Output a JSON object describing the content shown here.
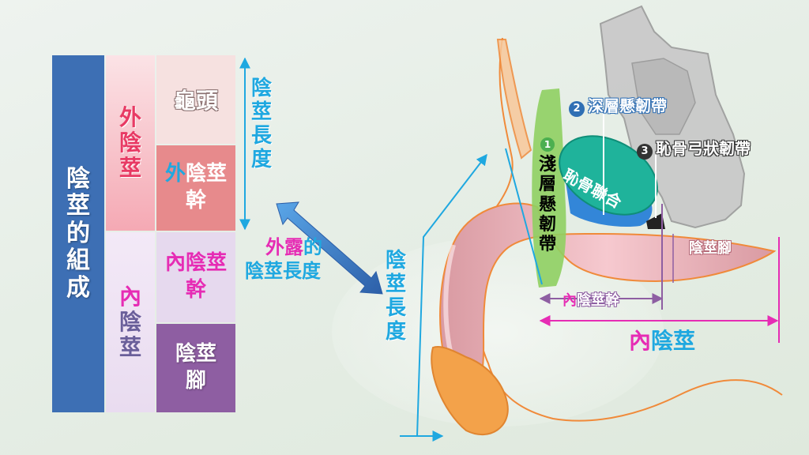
{
  "table": {
    "main_title": "陰莖的組成",
    "external_group": {
      "label": "外陰莖"
    },
    "internal_group": {
      "label": "內陰莖"
    },
    "parts": {
      "glans": {
        "label": "龜頭"
      },
      "external_shaft": {
        "prefix": "外",
        "label": "陰莖幹"
      },
      "internal_shaft": {
        "prefix": "內",
        "label": "陰莖幹"
      },
      "crus": {
        "label": "陰莖腳"
      }
    }
  },
  "measures": {
    "penis_length_left": "陰莖長度",
    "exposed_prefix": "外露",
    "exposed_rest": "的",
    "exposed_line2": "陰莖長度",
    "penis_length_right": "陰莖長度"
  },
  "anatomy": {
    "superficial_ligament": {
      "number": "1",
      "label": "淺層懸韌帶"
    },
    "deep_ligament": {
      "number": "2",
      "label": "深層懸韌帶"
    },
    "arcuate_ligament": {
      "number": "3",
      "label": "恥骨弓狀韌帶"
    },
    "pubic_symphysis": "恥骨聯合",
    "crus_label": "陰莖腳",
    "internal_shaft_label": {
      "prefix": "內",
      "label": "陰莖幹"
    },
    "internal_penis_label": {
      "prefix": "內",
      "label": "陰莖"
    }
  },
  "colors": {
    "blue_bar": "#3d6fb4",
    "pink": "#f48a9d",
    "purple": "#8e5ea2",
    "cyan_arrow": "#1fa8e0",
    "magenta": "#e62cb4",
    "green": "#8fcf62",
    "teal": "#1fb39b"
  }
}
